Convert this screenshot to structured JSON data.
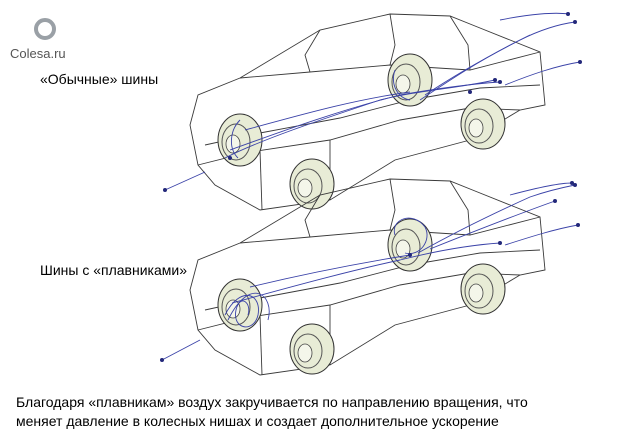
{
  "logo": {
    "text": "Colesa.ru"
  },
  "labels": {
    "top": "«Обычные» шины",
    "bottom": "Шины с «плавниками»"
  },
  "caption": {
    "line1": "Благодаря «плавникам» воздух закручивается по направлению вращения, что",
    "line2": "меняет давление в колесных нишах и создает дополнительное ускорение"
  },
  "colors": {
    "flow": "#3b43a8",
    "tire": "#e8ecd6",
    "body": "#3a3a3a"
  },
  "icons": [
    "colesa-logo-icon"
  ]
}
